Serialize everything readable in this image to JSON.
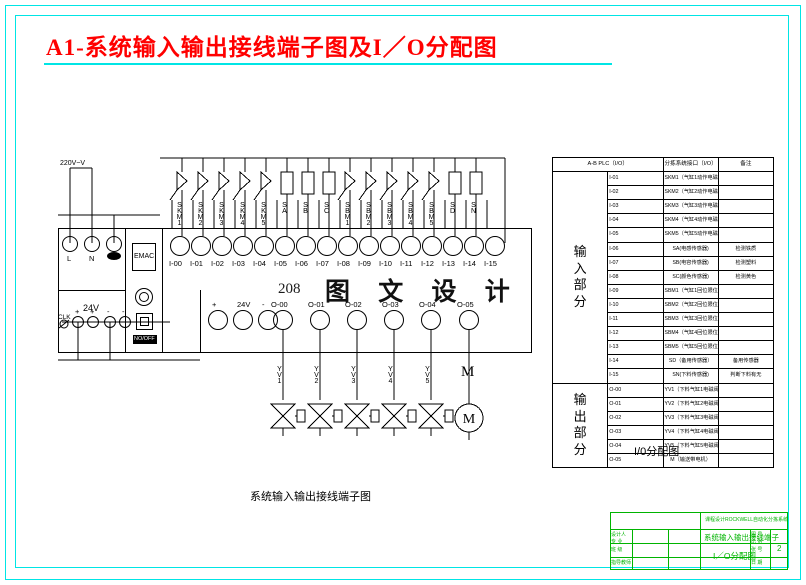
{
  "document": {
    "title": "A1-系统输入输出接线端子图及I／O分配图",
    "watermark_number": "208",
    "watermark_text": "图 文 设 计",
    "diagram_caption": "系统输入输出接线端子图",
    "io_caption": "I/0分配图"
  },
  "power": {
    "supply_label": "220V~V",
    "terminal_L": "L",
    "terminal_N": "N",
    "dc_label": "24V",
    "clk_label": "CLK",
    "dc_terminals": [
      "+",
      "+",
      "-",
      "-"
    ],
    "module_label": "EMAC",
    "switch_label": "NO/OFF"
  },
  "plc": {
    "input_terminals": [
      "I-00",
      "I-01",
      "I-02",
      "I-03",
      "I-04",
      "I-05",
      "I-06",
      "I-07",
      "I-08",
      "I-09",
      "I-10",
      "I-11",
      "I-12",
      "I-13",
      "I-14",
      "I-15"
    ],
    "input_devices": [
      "SKM1",
      "SKM2",
      "SKM3",
      "SKM4",
      "SKM5",
      "SA",
      "SB",
      "SC",
      "SBM1",
      "SBM2",
      "SBM3",
      "SBM4",
      "SBM5",
      "SD",
      "SN"
    ],
    "power_terminals": [
      "+",
      "24V",
      "-"
    ],
    "output_terminals": [
      "O-00",
      "O-01",
      "O-02",
      "O-03",
      "O-04",
      "O-05"
    ],
    "output_devices": [
      "YV1",
      "YV2",
      "YV3",
      "YV4",
      "YV5",
      "M"
    ],
    "motor_symbol": "M"
  },
  "io_table": {
    "headers": [
      "A-B PLC（I/O）",
      "分拣系统接口（I/O）",
      "备注"
    ],
    "input_section_label": "输入部分",
    "output_section_label": "输出部分",
    "input_rows": [
      {
        "addr": "I-01",
        "desc": "SKM1（气缸1动作电磁）",
        "note": ""
      },
      {
        "addr": "I-02",
        "desc": "SKM2（气缸2动作电磁）",
        "note": ""
      },
      {
        "addr": "I-03",
        "desc": "SKM3（气缸3动作电磁）",
        "note": ""
      },
      {
        "addr": "I-04",
        "desc": "SKM4（气缸4动作电磁）",
        "note": ""
      },
      {
        "addr": "I-05",
        "desc": "SKM5（气缸5动作电磁）",
        "note": ""
      },
      {
        "addr": "I-06",
        "desc": "SA(电感传感器)",
        "note": "检测铁质"
      },
      {
        "addr": "I-07",
        "desc": "SB(电容传感器)",
        "note": "检测塑料"
      },
      {
        "addr": "I-08",
        "desc": "SC(颜色传感器)",
        "note": "检测黄色"
      },
      {
        "addr": "I-09",
        "desc": "SBM1（气缸1回位限位）",
        "note": ""
      },
      {
        "addr": "I-10",
        "desc": "SBM2（气缸2回位限位）",
        "note": ""
      },
      {
        "addr": "I-11",
        "desc": "SBM3（气缸3回位限位）",
        "note": ""
      },
      {
        "addr": "I-12",
        "desc": "SBM4（气缸4回位限位）",
        "note": ""
      },
      {
        "addr": "I-13",
        "desc": "SBM5（气缸5回位限位）",
        "note": ""
      },
      {
        "addr": "I-14",
        "desc": "SD（备用传感器）",
        "note": "备用传感器"
      },
      {
        "addr": "I-15",
        "desc": "SN(下料传感器)",
        "note": "判断下料有无"
      }
    ],
    "output_rows": [
      {
        "addr": "O-00",
        "desc": "YV1（下料气缸1电磁阀）",
        "note": ""
      },
      {
        "addr": "O-01",
        "desc": "YV2（下料气缸2电磁阀）",
        "note": ""
      },
      {
        "addr": "O-02",
        "desc": "YV3（下料气缸3电磁阀）",
        "note": ""
      },
      {
        "addr": "O-03",
        "desc": "YV4（下料气缸4电磁阀）",
        "note": ""
      },
      {
        "addr": "O-04",
        "desc": "YV5（下料气缸5电磁阀）",
        "note": ""
      },
      {
        "addr": "O-05",
        "desc": "M（输送带电机）",
        "note": ""
      }
    ]
  },
  "title_block": {
    "company": "课程设计ROCKWELL自动化分拣系统",
    "drawing_name_line1": "系统输入输出接线端子",
    "drawing_name_line2": "I／O分配图",
    "field_labels": [
      "设计人",
      "专 业",
      "班 级",
      "指导教师"
    ],
    "right_labels": [
      "图 号",
      "比 例",
      "张 号",
      "日 期"
    ],
    "sheet_number": "2"
  },
  "colors": {
    "frame": "#00e5e5",
    "title": "#ff0000",
    "title_block": "#00b400",
    "line": "#000000"
  }
}
